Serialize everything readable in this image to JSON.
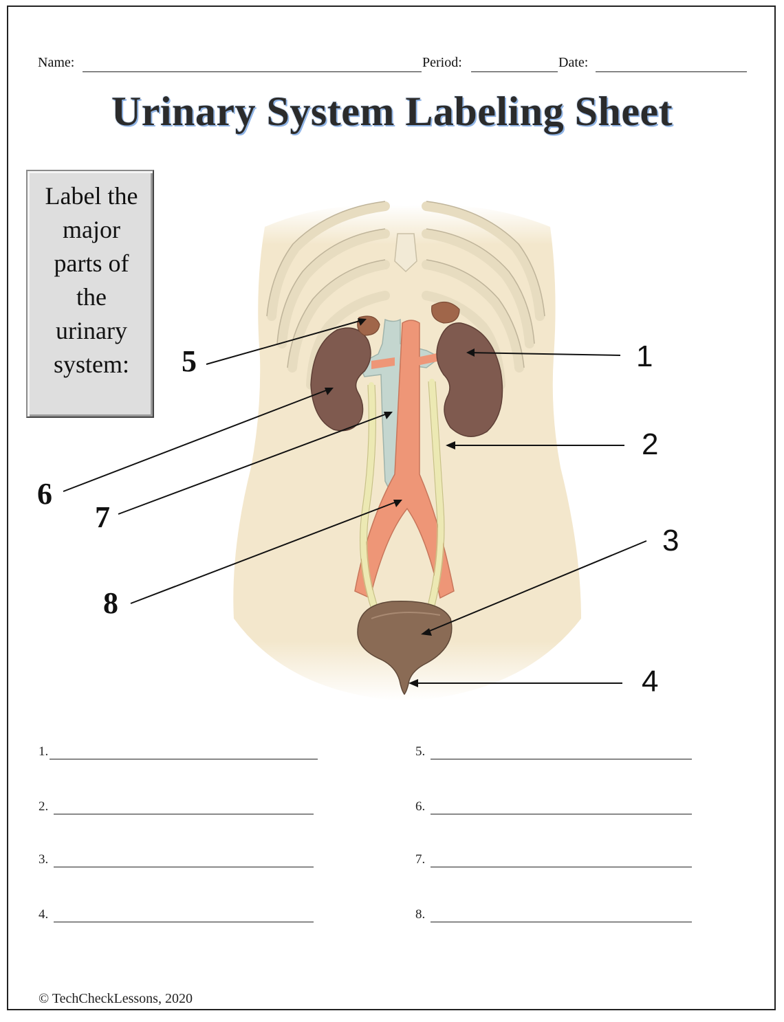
{
  "header": {
    "name_label": "Name:",
    "period_label": "Period:",
    "date_label": "Date:"
  },
  "title": "Urinary System Labeling Sheet",
  "instructions": "Label the\nmajor\nparts of\nthe\nurinary\nsystem:",
  "diagram_numbers": [
    "1",
    "2",
    "3",
    "4",
    "5",
    "6",
    "7",
    "8"
  ],
  "answers": [
    "1.",
    "2.",
    "3.",
    "4.",
    "5.",
    "6.",
    "7.",
    "8."
  ],
  "footer": "© TechCheckLessons, 2020",
  "colors": {
    "skin": "#f3e7cc",
    "kidney": "#7f5a4f",
    "adrenal": "#a0664a",
    "artery": "#ee9677",
    "vein": "#c4d6cf",
    "ureter": "#ece9b3",
    "bladder": "#8a6b55"
  }
}
